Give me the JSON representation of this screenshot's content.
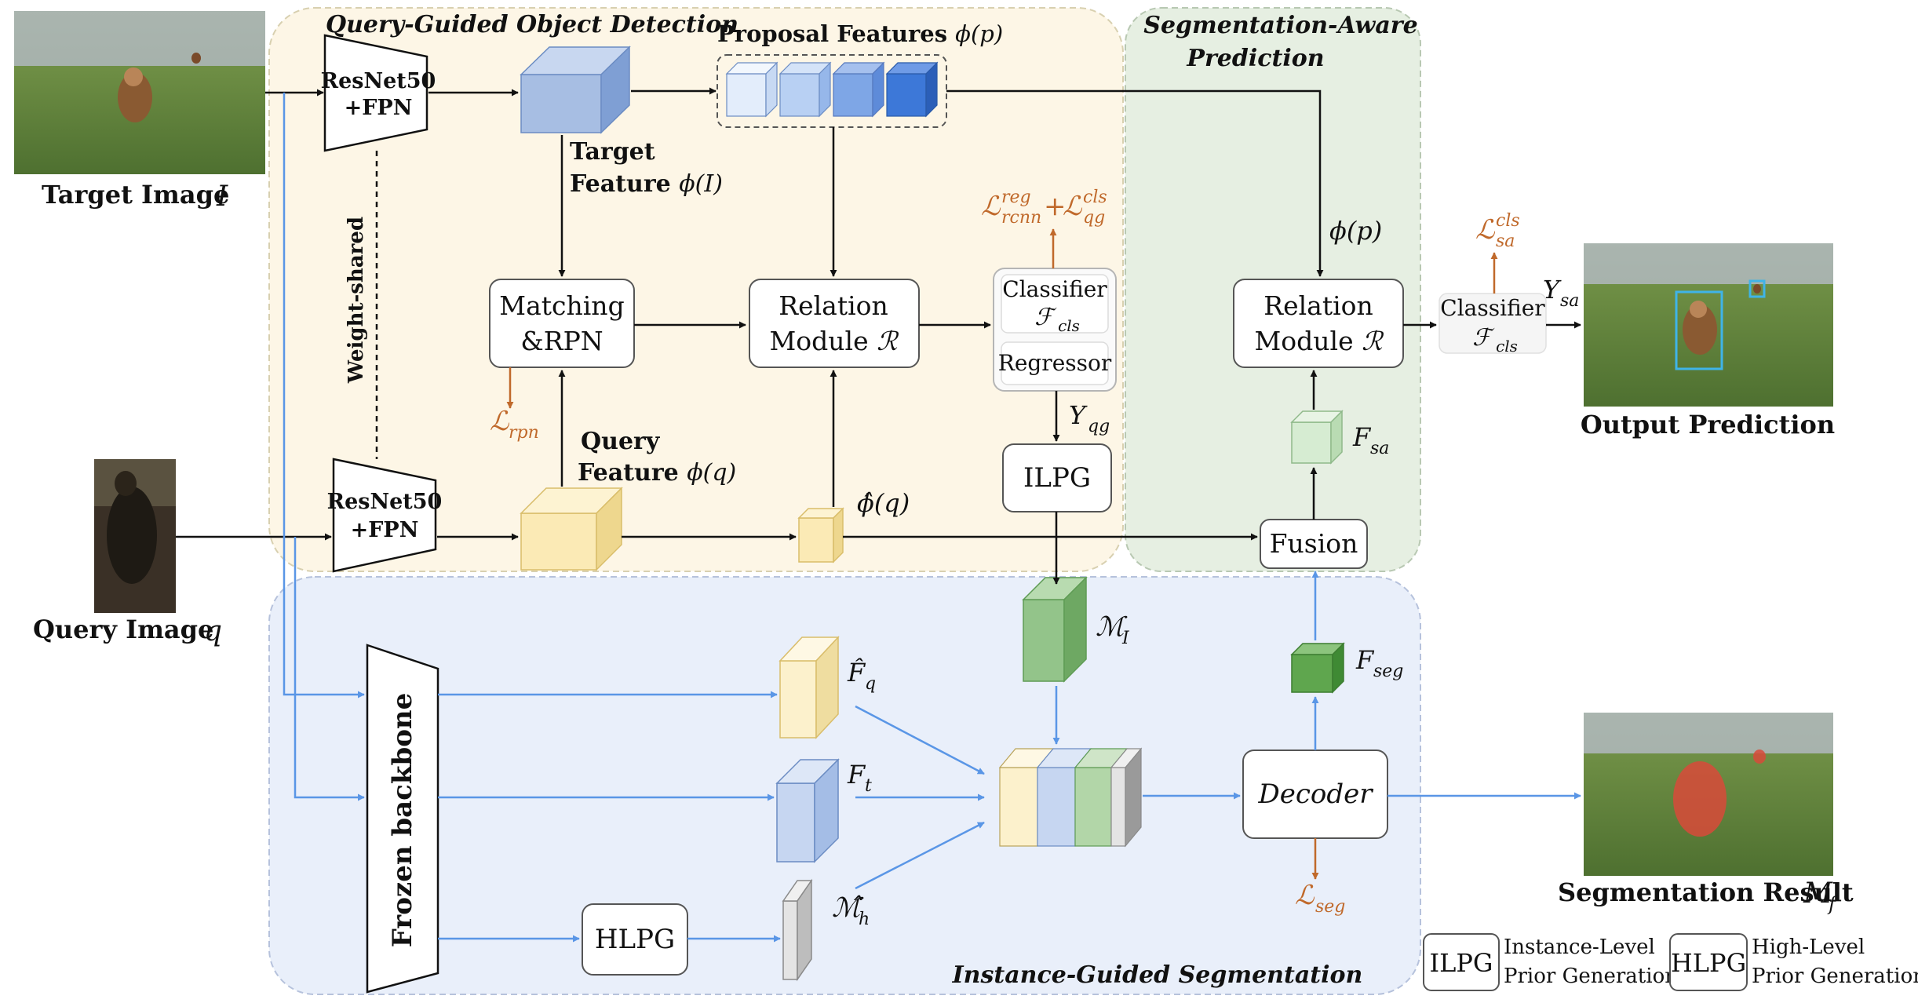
{
  "regions": {
    "detection": "Query-Guided Object Detection",
    "seg_aware_l1": "Segmentation-Aware",
    "seg_aware_l2": "Prediction",
    "instance_seg": "Instance-Guided Segmentation"
  },
  "inputs": {
    "target_image": "Target Image",
    "target_image_sym": "I",
    "query_image": "Query Image",
    "query_image_sym": "q"
  },
  "backbone": {
    "resnet_l1": "ResNet50",
    "resnet_l2": "+FPN",
    "weight_shared": "Weight-shared",
    "frozen": "Frozen backbone"
  },
  "features": {
    "proposal": "Proposal Features",
    "proposal_sym": "ϕ(p)",
    "target_l1": "Target",
    "target_l2": "Feature",
    "target_sym": "ϕ(I)",
    "query_l1": "Query",
    "query_l2": "Feature",
    "query_sym": "ϕ(q)",
    "phi_hat_q": "ϕ̂(q)",
    "phi_p": "ϕ(p)"
  },
  "modules": {
    "matching_l1": "Matching",
    "matching_l2": "&RPN",
    "relation_l1": "Relation",
    "relation_l2": "Module",
    "relation_sym": "ℛ",
    "classifier": "Classifier",
    "classifier_sym": "ℱ",
    "classifier_sub": "cls",
    "regressor": "Regressor",
    "ilpg": "ILPG",
    "fusion": "Fusion",
    "decoder": "Decoder",
    "hlpg": "HLPG"
  },
  "symbols": {
    "y_qg": "Y",
    "y_qg_sub": "qg",
    "f_sa": "F",
    "f_sa_sub": "sa",
    "m_i": "ℳ",
    "m_i_sub": "I",
    "f_seg": "F",
    "f_seg_sub": "seg",
    "f_q_hat": "F̂",
    "f_q_sub": "q",
    "f_t": "F",
    "f_t_sub": "t",
    "m_h_hat": "ℳ̂",
    "m_h_sub": "h",
    "y_sa": "Y",
    "y_sa_sub": "sa"
  },
  "losses": {
    "L": "ℒ",
    "rpn_sub": "rpn",
    "rcnn_sub": "rcnn",
    "rcnn_sup": "reg",
    "qg_sub": "qg",
    "qg_sup": "cls",
    "plus": "+",
    "sa_sub": "sa",
    "sa_sup": "cls",
    "seg_sub": "seg"
  },
  "outputs": {
    "prediction": "Output Prediction",
    "segmentation": "Segmentation Result",
    "seg_sym": "M",
    "seg_sub": "f"
  },
  "legend": {
    "ilpg": "ILPG",
    "ilpg_l1": "Instance-Level",
    "ilpg_l2": "Prior Generation",
    "hlpg": "HLPG",
    "hlpg_l1": "High-Level",
    "hlpg_l2": "Prior Generation"
  },
  "colors": {
    "detection_bg": "#fdf6e6",
    "seg_aware_bg": "#e6efe2",
    "instance_bg": "#e9effa",
    "blue_arrow": "#5a96e6",
    "loss_orange": "#c0692b"
  }
}
